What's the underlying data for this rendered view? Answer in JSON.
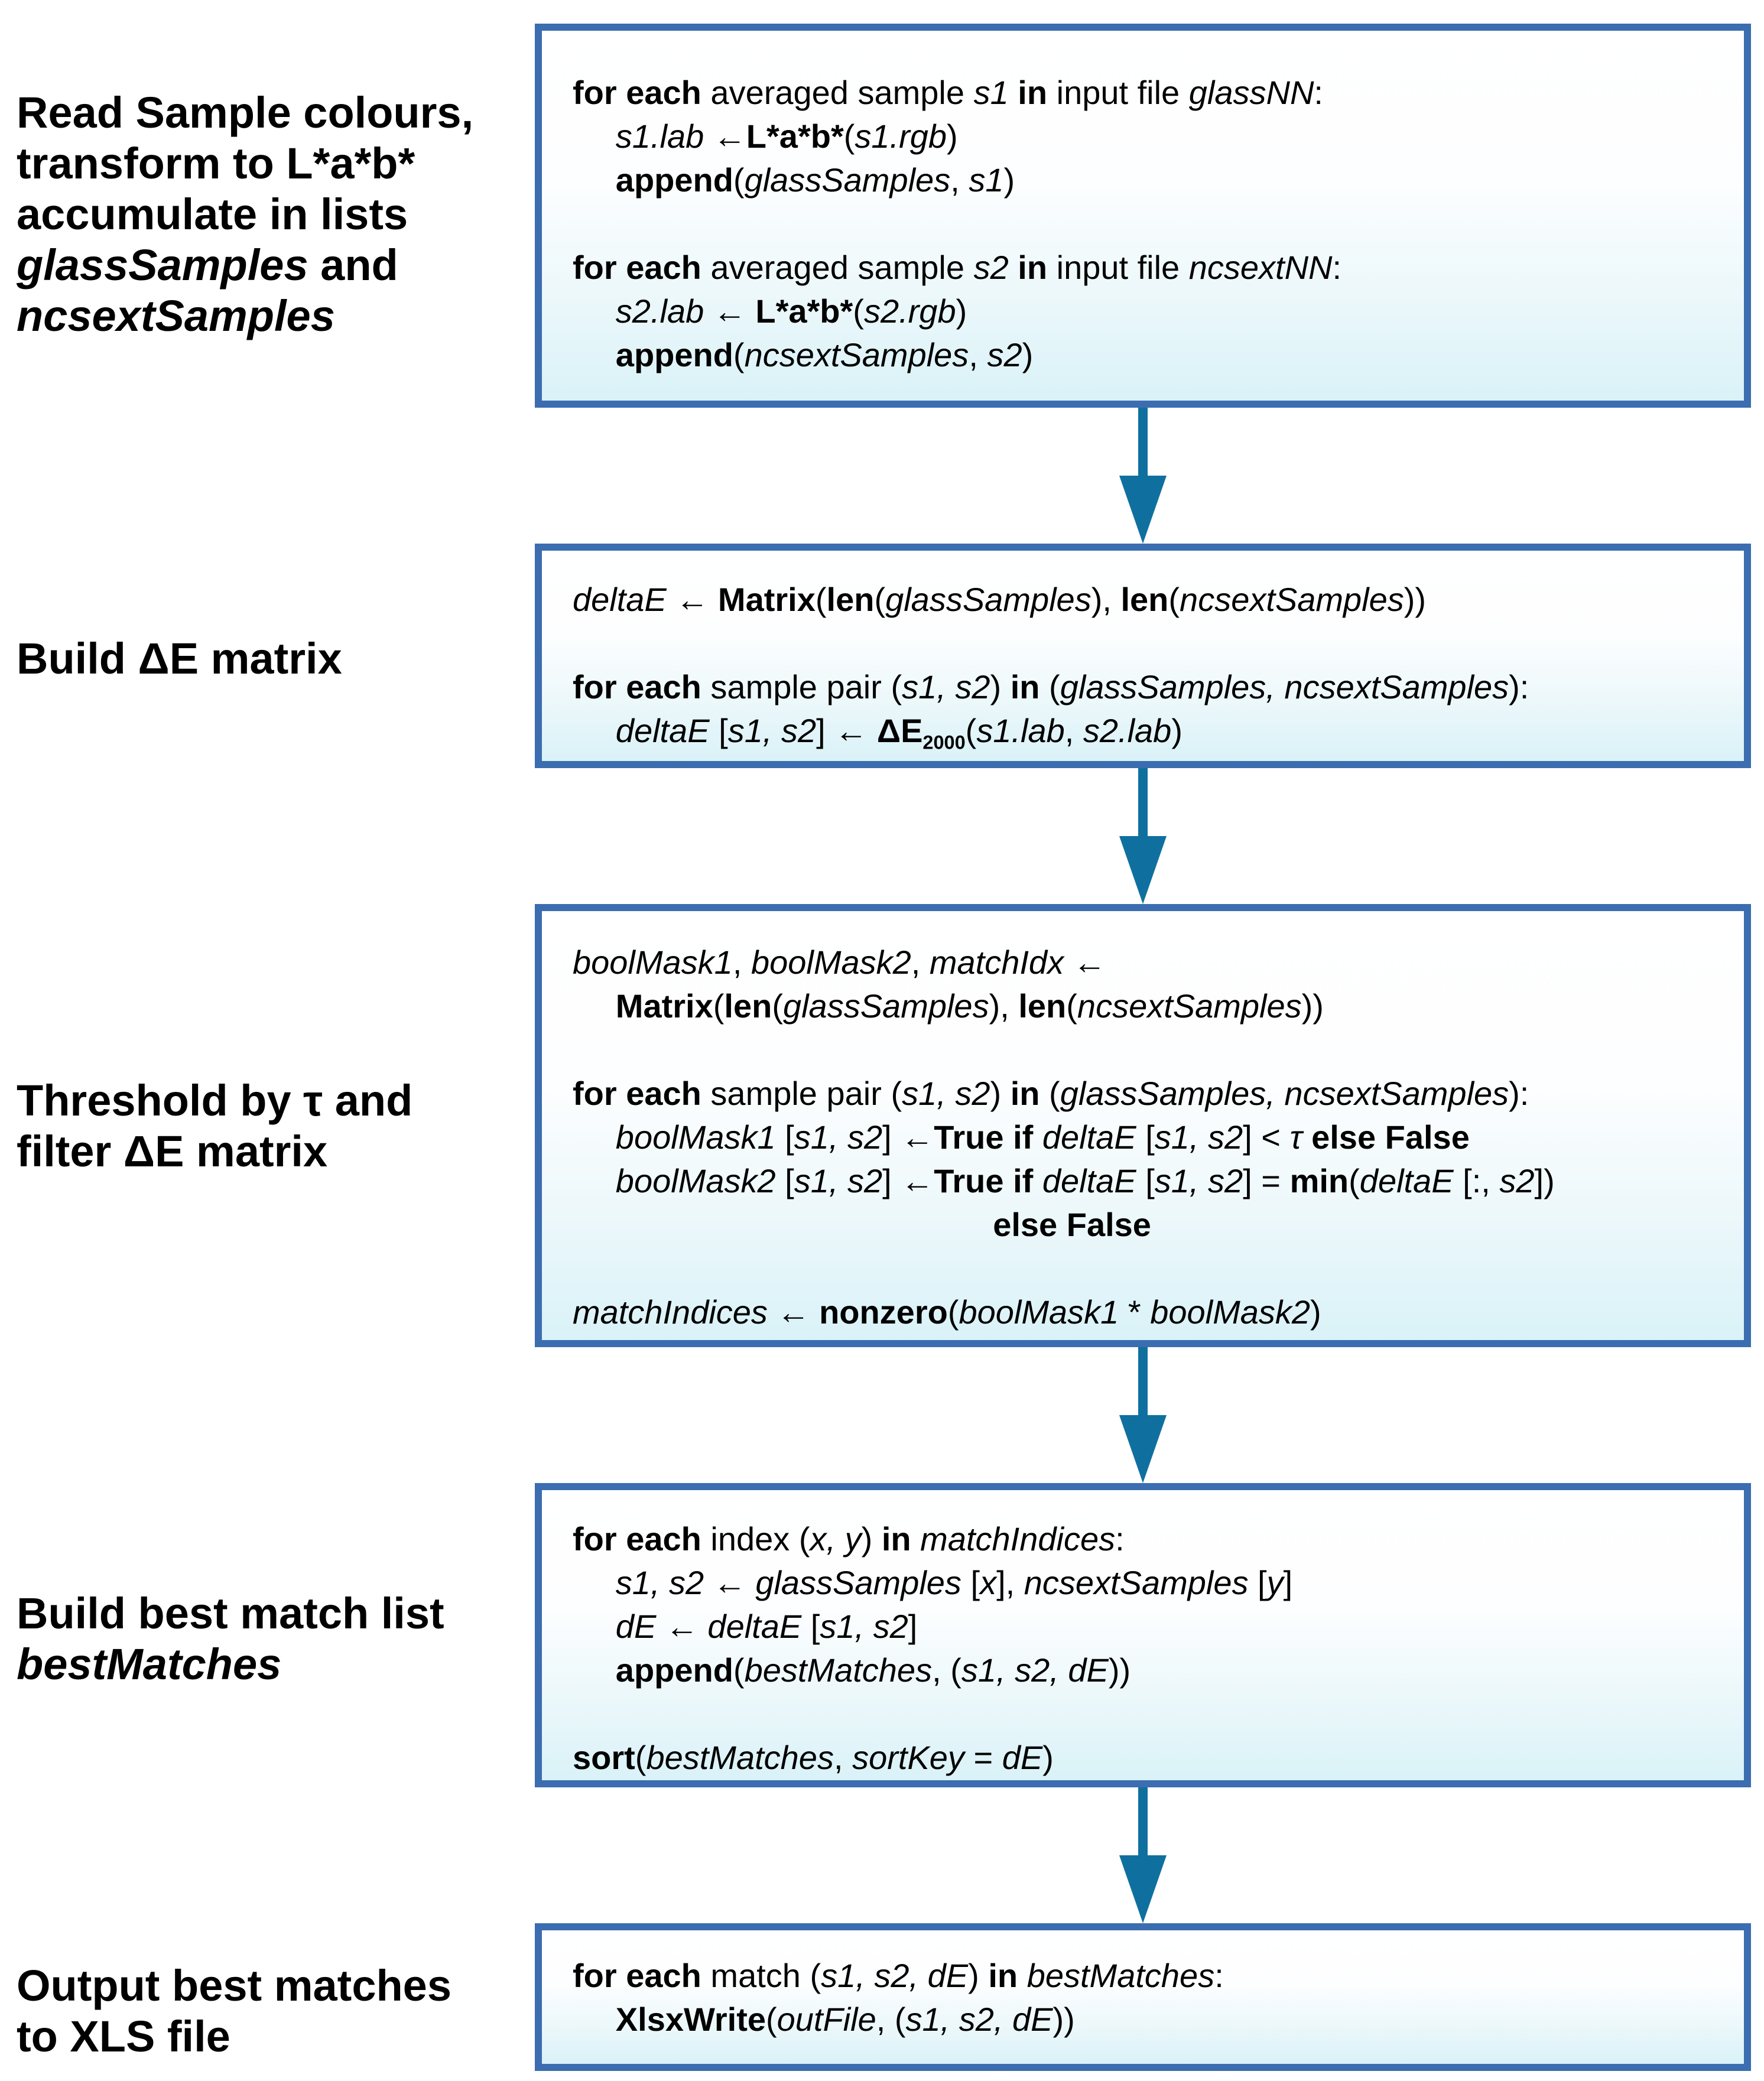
{
  "colors": {
    "box_border": "#3b6db0",
    "arrow": "#0f709f",
    "box_gradient_top": "#ffffff",
    "box_gradient_bottom": "#d9f2f8",
    "text": "#000000",
    "background": "#ffffff"
  },
  "labels": [
    {
      "name": "read-samples-label",
      "lines": [
        {
          "seg": [
            {
              "t": "Read Sample colours,",
              "f": "b"
            }
          ]
        },
        {
          "seg": [
            {
              "t": "transform to L*a*b*",
              "f": "b"
            }
          ]
        },
        {
          "seg": [
            {
              "t": "accumulate in lists",
              "f": "b"
            }
          ]
        },
        {
          "seg": [
            {
              "t": "glassSamples",
              "f": "bi"
            },
            {
              "t": " and",
              "f": "b"
            }
          ]
        },
        {
          "seg": [
            {
              "t": "ncsextSamples",
              "f": "bi"
            }
          ]
        }
      ]
    },
    {
      "name": "build-matrix-label",
      "lines": [
        {
          "seg": [
            {
              "t": "Build ΔE matrix",
              "f": "b"
            }
          ]
        }
      ]
    },
    {
      "name": "threshold-label",
      "lines": [
        {
          "seg": [
            {
              "t": "Threshold by τ and",
              "f": "b"
            }
          ]
        },
        {
          "seg": [
            {
              "t": "filter ΔE matrix",
              "f": "b"
            }
          ]
        }
      ]
    },
    {
      "name": "best-match-label",
      "lines": [
        {
          "seg": [
            {
              "t": "Build best match list",
              "f": "b"
            }
          ]
        },
        {
          "seg": [
            {
              "t": "bestMatches",
              "f": "bi"
            }
          ]
        }
      ]
    },
    {
      "name": "output-label",
      "lines": [
        {
          "seg": [
            {
              "t": "Output best matches",
              "f": "b"
            }
          ]
        },
        {
          "seg": [
            {
              "t": "to XLS file",
              "f": "b"
            }
          ]
        }
      ]
    }
  ],
  "boxes": [
    {
      "name": "read-samples-box",
      "lines": [
        {
          "seg": [
            {
              "t": "for each",
              "f": "b"
            },
            {
              "t": " averaged sample ",
              "f": "n"
            },
            {
              "t": "s1",
              "f": "i"
            },
            {
              "t": " ",
              "f": "n"
            },
            {
              "t": "in",
              "f": "b"
            },
            {
              "t": " input file ",
              "f": "n"
            },
            {
              "t": "glassNN",
              "f": "i"
            },
            {
              "t": ":",
              "f": "n"
            }
          ]
        },
        {
          "ind": 1.3,
          "seg": [
            {
              "t": "s1.lab",
              "f": "i"
            },
            {
              "t": " ←",
              "f": "n"
            },
            {
              "t": "L*a*b*",
              "f": "b"
            },
            {
              "t": "(",
              "f": "n"
            },
            {
              "t": "s1.rgb",
              "f": "i"
            },
            {
              "t": ")",
              "f": "n"
            }
          ]
        },
        {
          "ind": 1.3,
          "seg": [
            {
              "t": "append",
              "f": "b"
            },
            {
              "t": "(",
              "f": "n"
            },
            {
              "t": "glassSamples",
              "f": "i"
            },
            {
              "t": ", ",
              "f": "n"
            },
            {
              "t": "s1",
              "f": "i"
            },
            {
              "t": ")",
              "f": "n"
            }
          ]
        },
        {
          "seg": []
        },
        {
          "seg": [
            {
              "t": "for each",
              "f": "b"
            },
            {
              "t": " averaged sample ",
              "f": "n"
            },
            {
              "t": "s2",
              "f": "i"
            },
            {
              "t": " ",
              "f": "n"
            },
            {
              "t": "in",
              "f": "b"
            },
            {
              "t": " input file ",
              "f": "n"
            },
            {
              "t": "ncsextNN",
              "f": "i"
            },
            {
              "t": ":",
              "f": "n"
            }
          ]
        },
        {
          "ind": 1.3,
          "seg": [
            {
              "t": "s2.lab",
              "f": "i"
            },
            {
              "t": " ← ",
              "f": "n"
            },
            {
              "t": "L*a*b*",
              "f": "b"
            },
            {
              "t": "(",
              "f": "n"
            },
            {
              "t": "s2.rgb",
              "f": "i"
            },
            {
              "t": ")",
              "f": "n"
            }
          ]
        },
        {
          "ind": 1.3,
          "seg": [
            {
              "t": "append",
              "f": "b"
            },
            {
              "t": "(",
              "f": "n"
            },
            {
              "t": "ncsextSamples",
              "f": "i"
            },
            {
              "t": ", ",
              "f": "n"
            },
            {
              "t": "s2",
              "f": "i"
            },
            {
              "t": ")",
              "f": "n"
            }
          ]
        }
      ]
    },
    {
      "name": "build-matrix-box",
      "lines": [
        {
          "seg": [
            {
              "t": "deltaE",
              "f": "i"
            },
            {
              "t": " ← ",
              "f": "n"
            },
            {
              "t": "Matrix",
              "f": "b"
            },
            {
              "t": "(",
              "f": "n"
            },
            {
              "t": "len",
              "f": "b"
            },
            {
              "t": "(",
              "f": "n"
            },
            {
              "t": "glassSamples",
              "f": "i"
            },
            {
              "t": "), ",
              "f": "n"
            },
            {
              "t": "len",
              "f": "b"
            },
            {
              "t": "(",
              "f": "n"
            },
            {
              "t": "ncsextSamples",
              "f": "i"
            },
            {
              "t": "))",
              "f": "n"
            }
          ]
        },
        {
          "seg": []
        },
        {
          "seg": [
            {
              "t": "for each",
              "f": "b"
            },
            {
              "t": " sample pair (",
              "f": "n"
            },
            {
              "t": "s1, s2",
              "f": "i"
            },
            {
              "t": ") ",
              "f": "n"
            },
            {
              "t": "in",
              "f": "b"
            },
            {
              "t": " (",
              "f": "n"
            },
            {
              "t": "glassSamples, ncsextSamples",
              "f": "i"
            },
            {
              "t": "):",
              "f": "n"
            }
          ]
        },
        {
          "ind": 1.3,
          "seg": [
            {
              "t": "deltaE",
              "f": "i"
            },
            {
              "t": " [",
              "f": "n"
            },
            {
              "t": "s1, s2",
              "f": "i"
            },
            {
              "t": "] ← ",
              "f": "n"
            },
            {
              "t": "ΔE",
              "f": "b"
            },
            {
              "t": "2000",
              "f": "sub"
            },
            {
              "t": "(",
              "f": "n"
            },
            {
              "t": "s1.lab",
              "f": "i"
            },
            {
              "t": ", ",
              "f": "n"
            },
            {
              "t": "s2.lab",
              "f": "i"
            },
            {
              "t": ")",
              "f": "n"
            }
          ]
        }
      ]
    },
    {
      "name": "threshold-box",
      "lines": [
        {
          "seg": [
            {
              "t": "boolMask1",
              "f": "i"
            },
            {
              "t": ", ",
              "f": "n"
            },
            {
              "t": "boolMask2",
              "f": "i"
            },
            {
              "t": ", ",
              "f": "n"
            },
            {
              "t": "matchIdx",
              "f": "i"
            },
            {
              "t": " ←",
              "f": "n"
            }
          ]
        },
        {
          "ind": 1.3,
          "seg": [
            {
              "t": "Matrix",
              "f": "b"
            },
            {
              "t": "(",
              "f": "n"
            },
            {
              "t": "len",
              "f": "b"
            },
            {
              "t": "(",
              "f": "n"
            },
            {
              "t": "glassSamples",
              "f": "i"
            },
            {
              "t": "), ",
              "f": "n"
            },
            {
              "t": "len",
              "f": "b"
            },
            {
              "t": "(",
              "f": "n"
            },
            {
              "t": "ncsextSamples",
              "f": "i"
            },
            {
              "t": "))",
              "f": "n"
            }
          ]
        },
        {
          "seg": []
        },
        {
          "seg": [
            {
              "t": "for each",
              "f": "b"
            },
            {
              "t": " sample pair (",
              "f": "n"
            },
            {
              "t": "s1, s2",
              "f": "i"
            },
            {
              "t": ") ",
              "f": "n"
            },
            {
              "t": "in",
              "f": "b"
            },
            {
              "t": " (",
              "f": "n"
            },
            {
              "t": "glassSamples, ncsextSamples",
              "f": "i"
            },
            {
              "t": "):",
              "f": "n"
            }
          ]
        },
        {
          "ind": 1.3,
          "seg": [
            {
              "t": "boolMask1",
              "f": "i"
            },
            {
              "t": " [",
              "f": "n"
            },
            {
              "t": "s1, s2",
              "f": "i"
            },
            {
              "t": "] ←",
              "f": "n"
            },
            {
              "t": "True if ",
              "f": "b"
            },
            {
              "t": "deltaE",
              "f": "i"
            },
            {
              "t": " [",
              "f": "n"
            },
            {
              "t": "s1, s2",
              "f": "i"
            },
            {
              "t": "] < ",
              "f": "n"
            },
            {
              "t": "τ ",
              "f": "i"
            },
            {
              "t": "else False",
              "f": "b"
            }
          ]
        },
        {
          "ind": 1.3,
          "seg": [
            {
              "t": "boolMask2",
              "f": "i"
            },
            {
              "t": " [",
              "f": "n"
            },
            {
              "t": "s1, s2",
              "f": "i"
            },
            {
              "t": "] ←",
              "f": "n"
            },
            {
              "t": "True if ",
              "f": "b"
            },
            {
              "t": "deltaE",
              "f": "i"
            },
            {
              "t": " [",
              "f": "n"
            },
            {
              "t": "s1, s2",
              "f": "i"
            },
            {
              "t": "] = ",
              "f": "n"
            },
            {
              "t": "min",
              "f": "b"
            },
            {
              "t": "(",
              "f": "n"
            },
            {
              "t": "deltaE",
              "f": "i"
            },
            {
              "t": " [:, ",
              "f": "n"
            },
            {
              "t": "s2",
              "f": "i"
            },
            {
              "t": "])",
              "f": "n"
            }
          ]
        },
        {
          "ind": 12.7,
          "seg": [
            {
              "t": "else False",
              "f": "b"
            }
          ]
        },
        {
          "seg": []
        },
        {
          "seg": [
            {
              "t": "matchIndices",
              "f": "i"
            },
            {
              "t": " ← ",
              "f": "n"
            },
            {
              "t": "nonzero",
              "f": "b"
            },
            {
              "t": "(",
              "f": "n"
            },
            {
              "t": "boolMask1",
              "f": "i"
            },
            {
              "t": " * ",
              "f": "n"
            },
            {
              "t": "boolMask2",
              "f": "i"
            },
            {
              "t": ")",
              "f": "n"
            }
          ]
        }
      ]
    },
    {
      "name": "best-match-box",
      "lines": [
        {
          "seg": [
            {
              "t": "for each",
              "f": "b"
            },
            {
              "t": " index (",
              "f": "n"
            },
            {
              "t": "x, y",
              "f": "i"
            },
            {
              "t": ") ",
              "f": "n"
            },
            {
              "t": "in",
              "f": "b"
            },
            {
              "t": " ",
              "f": "n"
            },
            {
              "t": "matchIndices",
              "f": "i"
            },
            {
              "t": ":",
              "f": "n"
            }
          ]
        },
        {
          "ind": 1.3,
          "seg": [
            {
              "t": "s1, s2",
              "f": "i"
            },
            {
              "t": " ← ",
              "f": "n"
            },
            {
              "t": "glassSamples",
              "f": "i"
            },
            {
              "t": " [",
              "f": "n"
            },
            {
              "t": "x",
              "f": "i"
            },
            {
              "t": "], ",
              "f": "n"
            },
            {
              "t": "ncsextSamples",
              "f": "i"
            },
            {
              "t": " [",
              "f": "n"
            },
            {
              "t": "y",
              "f": "i"
            },
            {
              "t": "]",
              "f": "n"
            }
          ]
        },
        {
          "ind": 1.3,
          "seg": [
            {
              "t": "dE",
              "f": "i"
            },
            {
              "t": " ← ",
              "f": "n"
            },
            {
              "t": "deltaE",
              "f": "i"
            },
            {
              "t": " [",
              "f": "n"
            },
            {
              "t": "s1, s2",
              "f": "i"
            },
            {
              "t": "]",
              "f": "n"
            }
          ]
        },
        {
          "ind": 1.3,
          "seg": [
            {
              "t": "append",
              "f": "b"
            },
            {
              "t": "(",
              "f": "n"
            },
            {
              "t": "bestMatches",
              "f": "i"
            },
            {
              "t": ", (",
              "f": "n"
            },
            {
              "t": "s1, s2, dE",
              "f": "i"
            },
            {
              "t": "))",
              "f": "n"
            }
          ]
        },
        {
          "seg": []
        },
        {
          "seg": [
            {
              "t": "sort",
              "f": "b"
            },
            {
              "t": "(",
              "f": "n"
            },
            {
              "t": "bestMatches",
              "f": "i"
            },
            {
              "t": ", ",
              "f": "n"
            },
            {
              "t": "sortKey",
              "f": "i"
            },
            {
              "t": " = ",
              "f": "n"
            },
            {
              "t": "dE",
              "f": "i"
            },
            {
              "t": ")",
              "f": "n"
            }
          ]
        }
      ]
    },
    {
      "name": "output-box",
      "lines": [
        {
          "seg": [
            {
              "t": "for each",
              "f": "b"
            },
            {
              "t": " match (",
              "f": "n"
            },
            {
              "t": "s1, s2, dE",
              "f": "i"
            },
            {
              "t": ") ",
              "f": "n"
            },
            {
              "t": "in",
              "f": "b"
            },
            {
              "t": " ",
              "f": "n"
            },
            {
              "t": "bestMatches",
              "f": "i"
            },
            {
              "t": ":",
              "f": "n"
            }
          ]
        },
        {
          "ind": 1.3,
          "seg": [
            {
              "t": "XlsxWrite",
              "f": "b"
            },
            {
              "t": "(",
              "f": "n"
            },
            {
              "t": "outFile",
              "f": "i"
            },
            {
              "t": ", (",
              "f": "n"
            },
            {
              "t": "s1, s2, dE",
              "f": "i"
            },
            {
              "t": "))",
              "f": "n"
            }
          ]
        }
      ]
    }
  ],
  "arrows": [
    {
      "name": "arrow-1",
      "from": "read-samples-box",
      "to": "build-matrix-box"
    },
    {
      "name": "arrow-2",
      "from": "build-matrix-box",
      "to": "threshold-box"
    },
    {
      "name": "arrow-3",
      "from": "threshold-box",
      "to": "best-match-box"
    },
    {
      "name": "arrow-4",
      "from": "best-match-box",
      "to": "output-box"
    }
  ]
}
